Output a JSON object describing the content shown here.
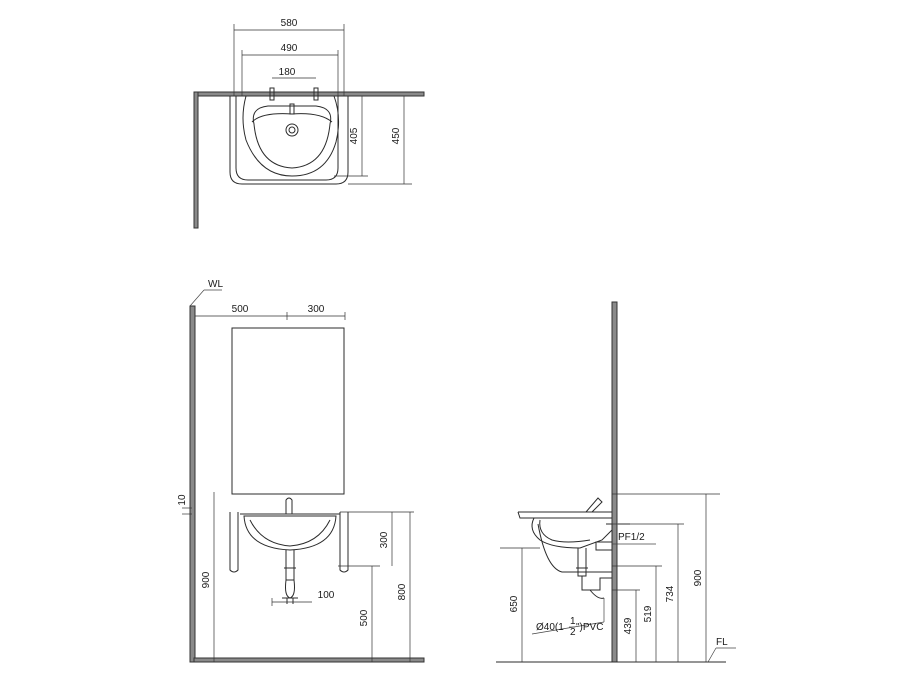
{
  "dimensions": {
    "plan_580": "580",
    "plan_490": "490",
    "plan_180": "180",
    "plan_405": "405",
    "plan_450": "450",
    "front_500": "500",
    "front_300": "300",
    "front_10": "10",
    "front_300_v": "300",
    "front_900": "900",
    "front_100": "100",
    "front_500_v": "500",
    "front_800": "800",
    "side_650": "650",
    "side_439": "439",
    "side_519": "519",
    "side_734": "734",
    "side_900": "900"
  },
  "labels": {
    "wl": "WL",
    "fl": "FL",
    "pf": "PF1/2",
    "pvc_pre": "Ø40(1",
    "pvc_num": "1",
    "pvc_den": "2",
    "pvc_post": "\")PVC"
  }
}
